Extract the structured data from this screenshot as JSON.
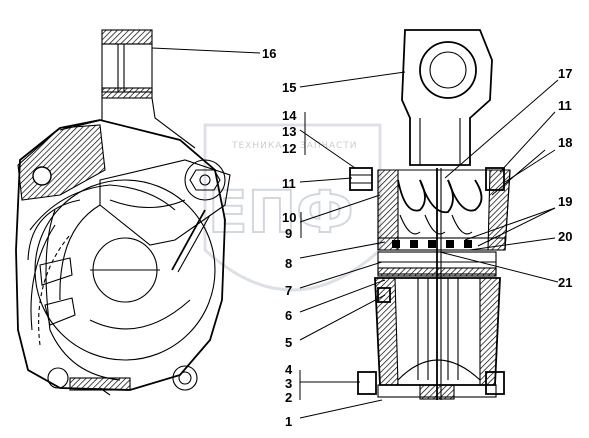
{
  "watermark": {
    "line1": "ТЕХНИКА",
    "line2": "ЗАПЧАСТИ",
    "logo": "ЕПФ"
  },
  "labels": {
    "l1": "1",
    "l2": "2",
    "l3": "3",
    "l4": "4",
    "l5": "5",
    "l6": "6",
    "l7": "7",
    "l8": "8",
    "l9": "9",
    "l10": "10",
    "l11a": "11",
    "l11b": "11",
    "l12": "12",
    "l13": "13",
    "l14": "14",
    "l15": "15",
    "l16": "16",
    "l17": "17",
    "l18": "18",
    "l19": "19",
    "l20": "20",
    "l21": "21"
  }
}
